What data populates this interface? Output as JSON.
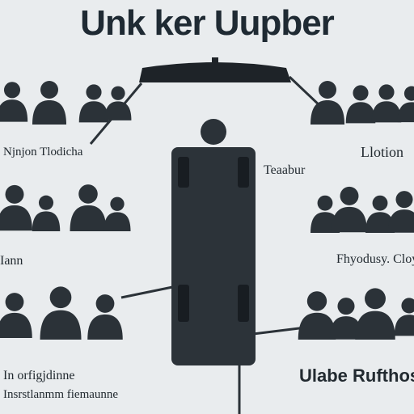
{
  "title": "Unk ker Uupber",
  "labels": {
    "left_top": "Njnjon Tlodicha",
    "right_top": "Llotion",
    "center": "Teaabur",
    "left_mid": "Iann",
    "right_mid": "Fhyodusy. Cloy",
    "left_bottom_1": "In orfigjdinne",
    "left_bottom_2": "Insrstlanmm fiemaunne",
    "right_bottom": "Ulabe Rufthos"
  },
  "colors": {
    "background": "#e9ecee",
    "figure": "#2b3238",
    "podium": "#2c3339",
    "podium_panel": "#181d22",
    "text": "#222a30"
  }
}
